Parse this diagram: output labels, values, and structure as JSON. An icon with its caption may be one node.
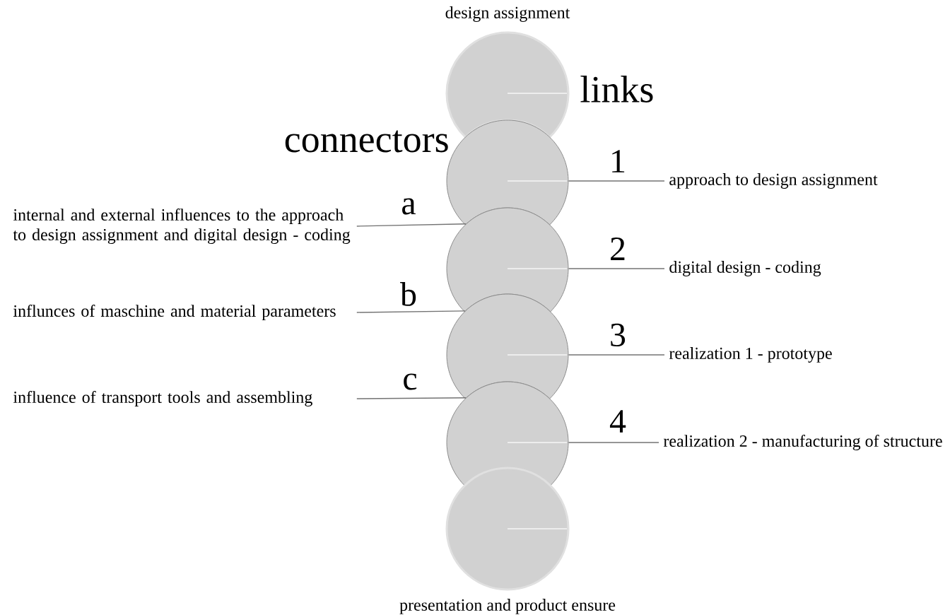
{
  "diagram": {
    "nodes": [
      {
        "text": [
          "design assignment"
        ]
      },
      {
        "text": [],
        "shape": "circle"
      },
      {
        "text": [],
        "shape": "circle"
      },
      {
        "text": [],
        "shape": "circle"
      },
      {
        "text": [],
        "shape": "circle"
      },
      {
        "text": [
          "presentation and product ensure"
        ]
      },
      {
        "text": [
          "approach to design assignment"
        ]
      },
      {
        "text": [
          "digital design - coding"
        ]
      },
      {
        "text": [
          "realization 1 - prototype"
        ]
      },
      {
        "text": [
          "realization 2 - manufacturing of structure"
        ]
      },
      {
        "text": [
          "internal and external influences to the approach to design assignment and digital design - coding"
        ]
      },
      {
        "text": [
          "influnces of maschine and material parameters"
        ]
      },
      {
        "text": [
          "influence of transport tools and assembling"
        ]
      }
    ],
    "edges": [
      {
        "from": 6,
        "to": 1,
        "arrow": "none",
        "label": "1"
      },
      {
        "from": 7,
        "to": 2,
        "arrow": "none",
        "label": "2"
      },
      {
        "from": 8,
        "to": 3,
        "arrow": "none",
        "label": "3"
      },
      {
        "from": 9,
        "to": 4,
        "arrow": "none",
        "label": "4"
      },
      {
        "from": 10,
        "to": 2,
        "arrow": "none",
        "label": "a"
      },
      {
        "from": 11,
        "to": 3,
        "arrow": "none",
        "label": "b"
      },
      {
        "from": 12,
        "to": 4,
        "arrow": "none",
        "label": "c"
      }
    ],
    "labels": [
      "links",
      "connectors"
    ]
  }
}
